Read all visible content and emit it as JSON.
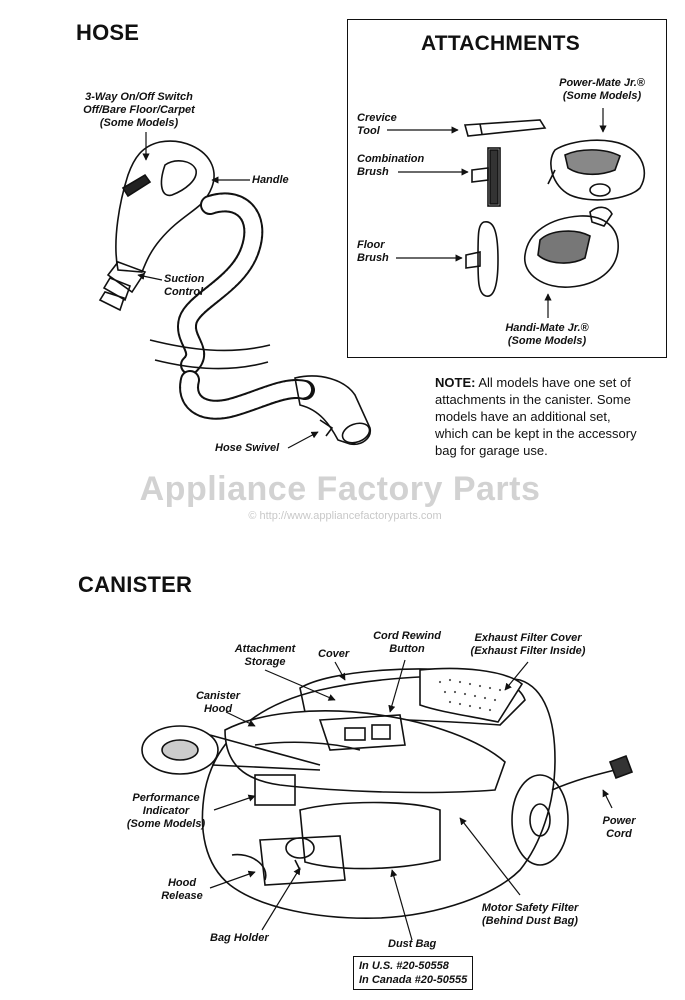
{
  "hose": {
    "title": "HOSE",
    "switch_label": [
      "3-Way On/Off Switch",
      "Off/Bare Floor/Carpet",
      "(Some Models)"
    ],
    "handle_label": "Handle",
    "suction_label": [
      "Suction",
      "Control"
    ],
    "swivel_label": "Hose Swivel"
  },
  "attachments": {
    "title": "ATTACHMENTS",
    "crevice": [
      "Crevice",
      "Tool"
    ],
    "combination": [
      "Combination",
      "Brush"
    ],
    "floor": [
      "Floor",
      "Brush"
    ],
    "powermate": [
      "Power-Mate Jr.®",
      "(Some Models)"
    ],
    "handimate": [
      "Handi-Mate Jr.®",
      "(Some Models)"
    ]
  },
  "note": {
    "lead": "NOTE:",
    "lines": [
      " All models have one set of",
      "attachments in the canister. Some",
      "models have an additional set,",
      "which can be kept in the accessory",
      "bag for garage use."
    ]
  },
  "watermark": {
    "title": "Appliance Factory Parts",
    "url": "© http://www.appliancefactoryparts.com"
  },
  "canister": {
    "title": "CANISTER",
    "attachment_storage": [
      "Attachment",
      "Storage"
    ],
    "cover": "Cover",
    "cord_rewind": [
      "Cord Rewind",
      "Button"
    ],
    "exhaust_cover": [
      "Exhaust Filter Cover",
      "(Exhaust Filter Inside)"
    ],
    "canister_hood": [
      "Canister",
      "Hood"
    ],
    "performance": [
      "Performance",
      "Indicator",
      "(Some Models)"
    ],
    "power_cord": [
      "Power",
      "Cord"
    ],
    "hood_release": [
      "Hood",
      "Release"
    ],
    "motor_filter": [
      "Motor Safety Filter",
      "(Behind Dust Bag)"
    ],
    "bag_holder": "Bag Holder",
    "dust_bag": "Dust Bag",
    "part_numbers": [
      "In U.S. #20-50558",
      "In Canada #20-50555"
    ]
  }
}
